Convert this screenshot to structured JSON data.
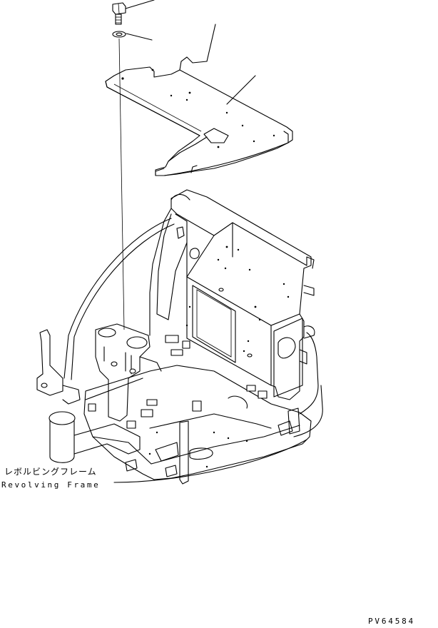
{
  "labels": {
    "part_name_jp": "レボルビングフレーム",
    "part_name_en": "Revolving Frame"
  },
  "drawing_code": "PV64584",
  "icons": [
    "bolt-icon",
    "washer-icon"
  ]
}
